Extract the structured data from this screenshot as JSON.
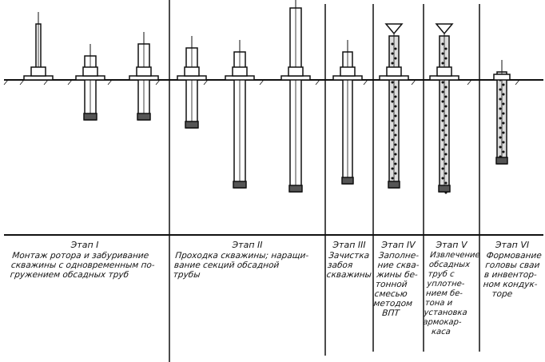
{
  "stages": [
    {
      "title": "Этап I",
      "description": [
        "Монтаж ротора и забуривание",
        "скважины с одновременным по-",
        "гружением обсадных труб"
      ]
    },
    {
      "title": "Этап II",
      "description": [
        "Проходка скважины; наращи-",
        "вание секций обсадной",
        "трубы"
      ]
    },
    {
      "title": "Этап III",
      "description": [
        "Зачистка",
        "забоя",
        "скважины"
      ]
    },
    {
      "title": "Этап IV",
      "description": [
        "Заполне-",
        "ние сква-",
        "жины бе-",
        "тонной",
        "смесью",
        "методом",
        "ВПТ"
      ]
    },
    {
      "title": "Этап V",
      "description": [
        "Извлечение",
        "обсадных",
        "труб с",
        "уплотне-",
        "нием бе-",
        "тона и",
        "установка",
        "армокар-",
        "каса"
      ]
    },
    {
      "title": "Этап VI",
      "description": [
        "Формование",
        "головы сваи",
        "в инвентор-",
        "ном кондук-",
        "торе"
      ]
    }
  ]
}
